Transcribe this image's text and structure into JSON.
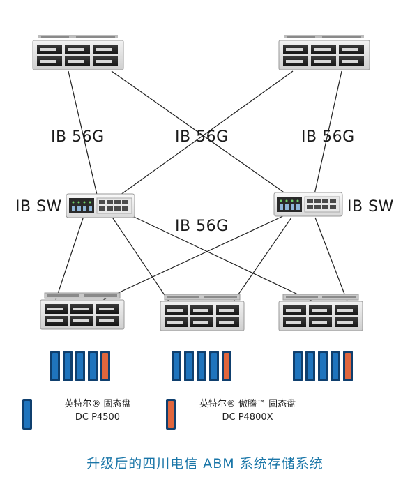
{
  "labels": {
    "ib_left": "IB 56G",
    "ib_mid_top": "IB 56G",
    "ib_right": "IB 56G",
    "ib_mid_low": "IB 56G",
    "sw_left": "IB SW",
    "sw_right": "IB SW"
  },
  "legend": {
    "item1_line1": "英特尔® 固态盘",
    "item1_line2": "DC P4500",
    "item2_line1": "英特尔® 傲腾™ 固态盘",
    "item2_line2": "DC P4800X"
  },
  "caption": "升级后的四川电信 ABM 系统存储系统",
  "colors": {
    "ssd_blue": "#1f74bd",
    "ssd_blue_dark": "#0f3f6e",
    "ssd_orange": "#e0663d",
    "caption_color": "#1a76a8"
  },
  "icons": {
    "server": "rack-server-icon",
    "switch": "network-switch-icon",
    "ssd": "ssd-drive-icon"
  }
}
